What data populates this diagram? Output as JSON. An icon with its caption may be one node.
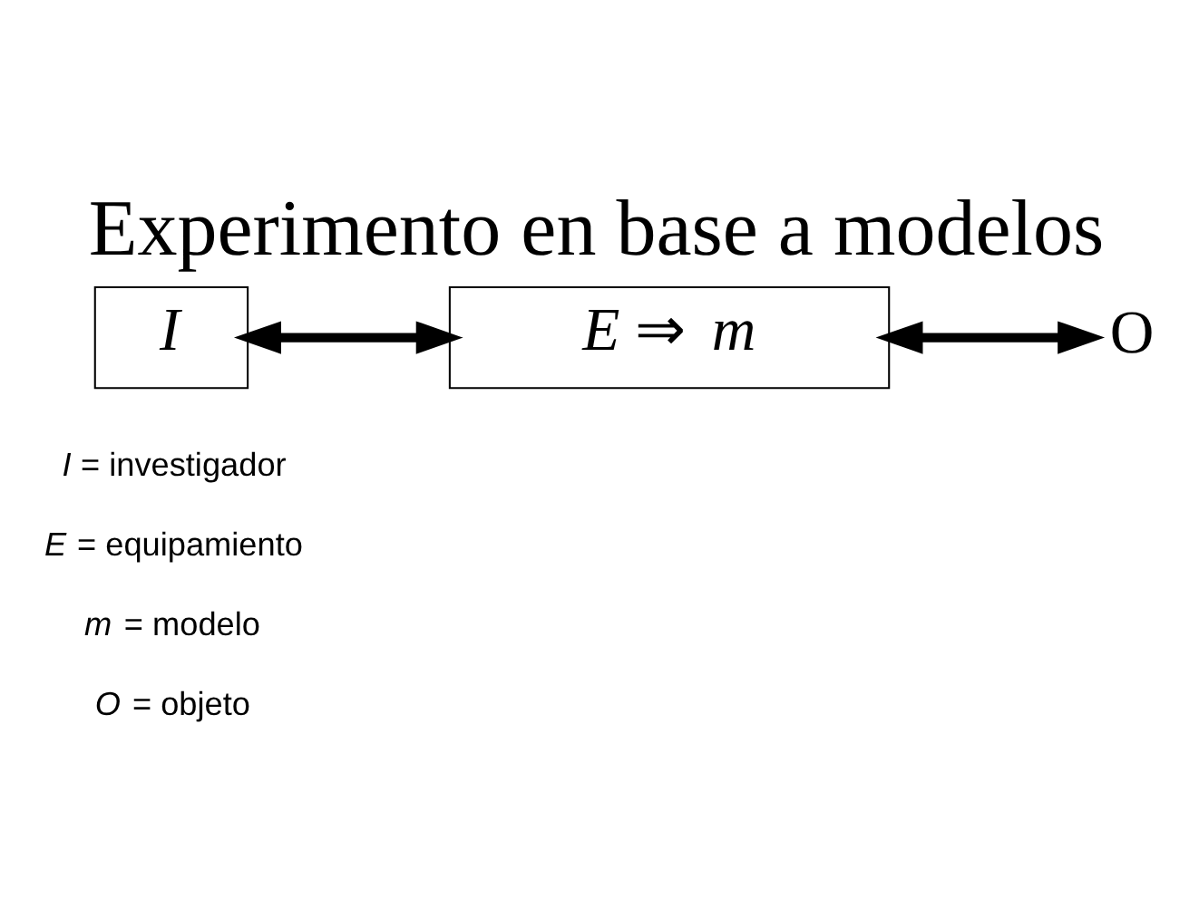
{
  "diagram": {
    "title": "Experimento en base a modelos",
    "nodes": [
      {
        "text": [
          "*I*"
        ]
      },
      {
        "text": [
          "*E* ⇒ *m*"
        ]
      },
      {
        "text": [
          "O"
        ]
      }
    ],
    "edges": [
      {
        "from": 0,
        "to": 1,
        "arrow": "both"
      },
      {
        "from": 1,
        "to": 2,
        "arrow": "both"
      }
    ],
    "labels": [
      "*I* = investigador",
      "*E* = equipamiento",
      "*m* = modelo",
      "*O* = objeto"
    ]
  }
}
